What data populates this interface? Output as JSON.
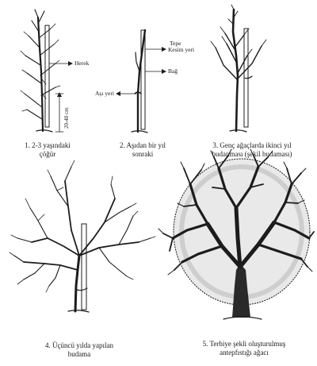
{
  "panels": [
    {
      "caption_line1": "1. 2-3 yaşındaki",
      "caption_line2": "çöğür"
    },
    {
      "caption_line1": "2. Aşıdan bir yıl",
      "caption_line2": "sonraki"
    },
    {
      "caption_line1": "3. Genç ağaçlarda ikinci yıl",
      "caption_line2": "budanması (şekil budaması)"
    },
    {
      "caption_line1": "4. Üçüncü yılda yapılan",
      "caption_line2": "budama"
    },
    {
      "caption_line1": "5. Terbiye şekli oluşturulmuş",
      "caption_line2": "antepfıstığı ağacı"
    }
  ],
  "annotations": {
    "herek": "Herek",
    "height": "20-40 cm",
    "tepe_line1": "Tepe",
    "tepe_line2": "Kesim yeri",
    "bag": "Bağ",
    "asi_yeri": "Aşı yeri"
  }
}
